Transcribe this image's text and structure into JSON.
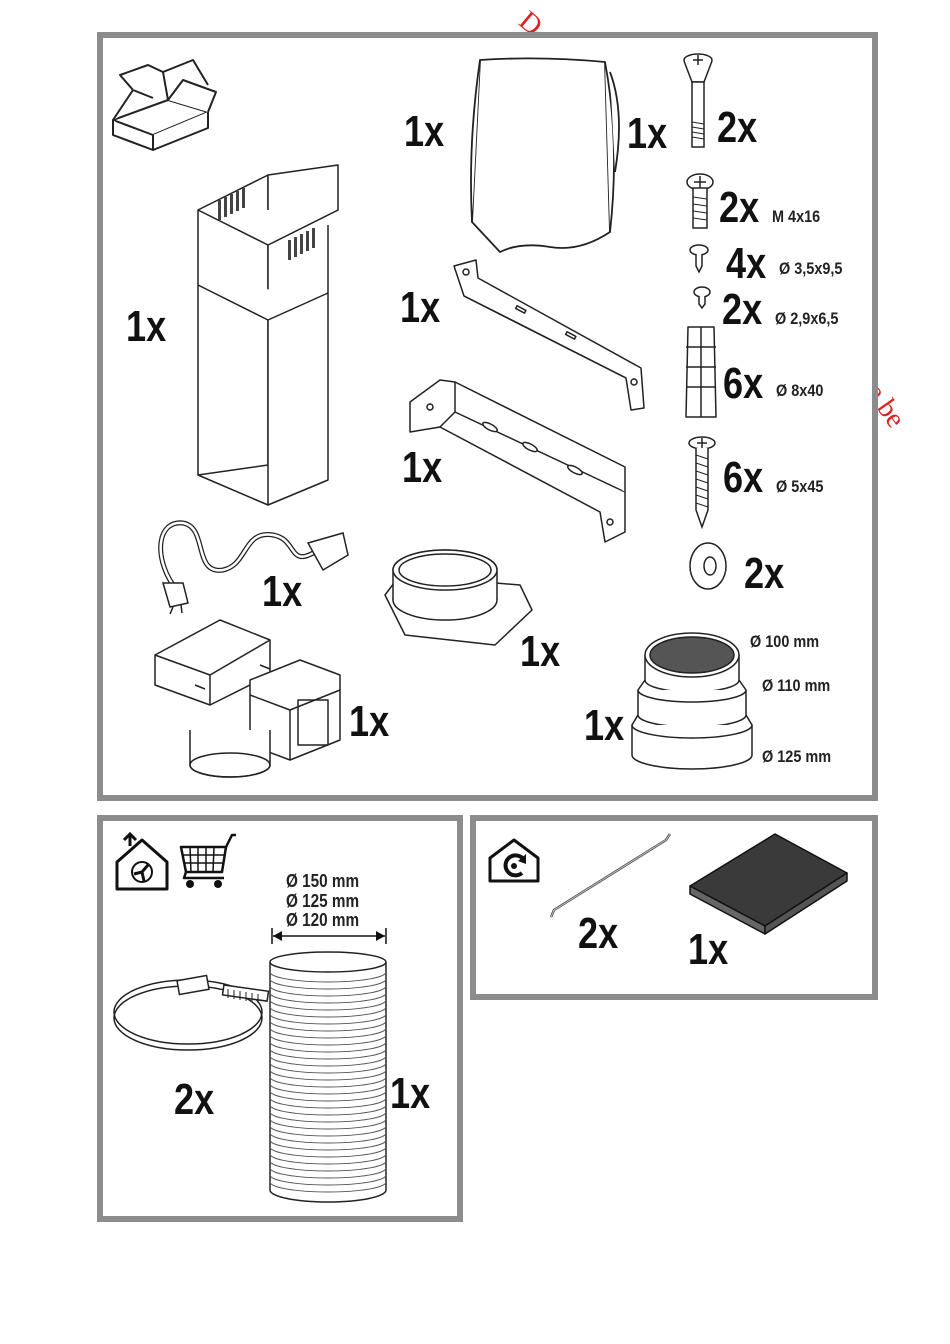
{
  "watermark": {
    "top": "D",
    "right": "e.be",
    "color": "#e02020"
  },
  "panel_border_color": "#8c8c8c",
  "supplied_parts": {
    "box_icon": "cardboard-box-icon",
    "items": [
      {
        "name": "chimney",
        "qty": "1x"
      },
      {
        "name": "protective-film",
        "qty": "1x"
      },
      {
        "name": "instruction-bag",
        "qty": "1x"
      },
      {
        "name": "long-screw",
        "qty": "2x"
      },
      {
        "name": "screw-m4",
        "qty": "2x",
        "spec": "M 4x16"
      },
      {
        "name": "screw-35",
        "qty": "4x",
        "spec": "Ø 3,5x9,5"
      },
      {
        "name": "screw-29",
        "qty": "2x",
        "spec": "Ø 2,9x6,5"
      },
      {
        "name": "wall-plug",
        "qty": "6x",
        "spec": "Ø 8x40"
      },
      {
        "name": "wood-screw",
        "qty": "6x",
        "spec": "Ø 5x45"
      },
      {
        "name": "washer",
        "qty": "2x"
      },
      {
        "name": "bracket-bar",
        "qty": "1x"
      },
      {
        "name": "ceiling-bracket",
        "qty": "1x"
      },
      {
        "name": "power-cable",
        "qty": "1x"
      },
      {
        "name": "flange",
        "qty": "1x"
      },
      {
        "name": "air-diverter",
        "qty": "1x"
      },
      {
        "name": "reducer",
        "qty": "1x",
        "diameters": [
          "Ø 100 mm",
          "Ø 110 mm",
          "Ø 125 mm"
        ]
      }
    ]
  },
  "ducting_kit": {
    "icons": [
      "extraction-mode-icon",
      "shopping-cart-icon"
    ],
    "clamp_qty": "2x",
    "hose_qty": "1x",
    "hose_diameters": [
      "Ø 150 mm",
      "Ø 125 mm",
      "Ø 120 mm"
    ]
  },
  "recirculation_kit": {
    "icon": "recirculation-mode-icon",
    "rod_qty": "2x",
    "filter_qty": "1x"
  }
}
